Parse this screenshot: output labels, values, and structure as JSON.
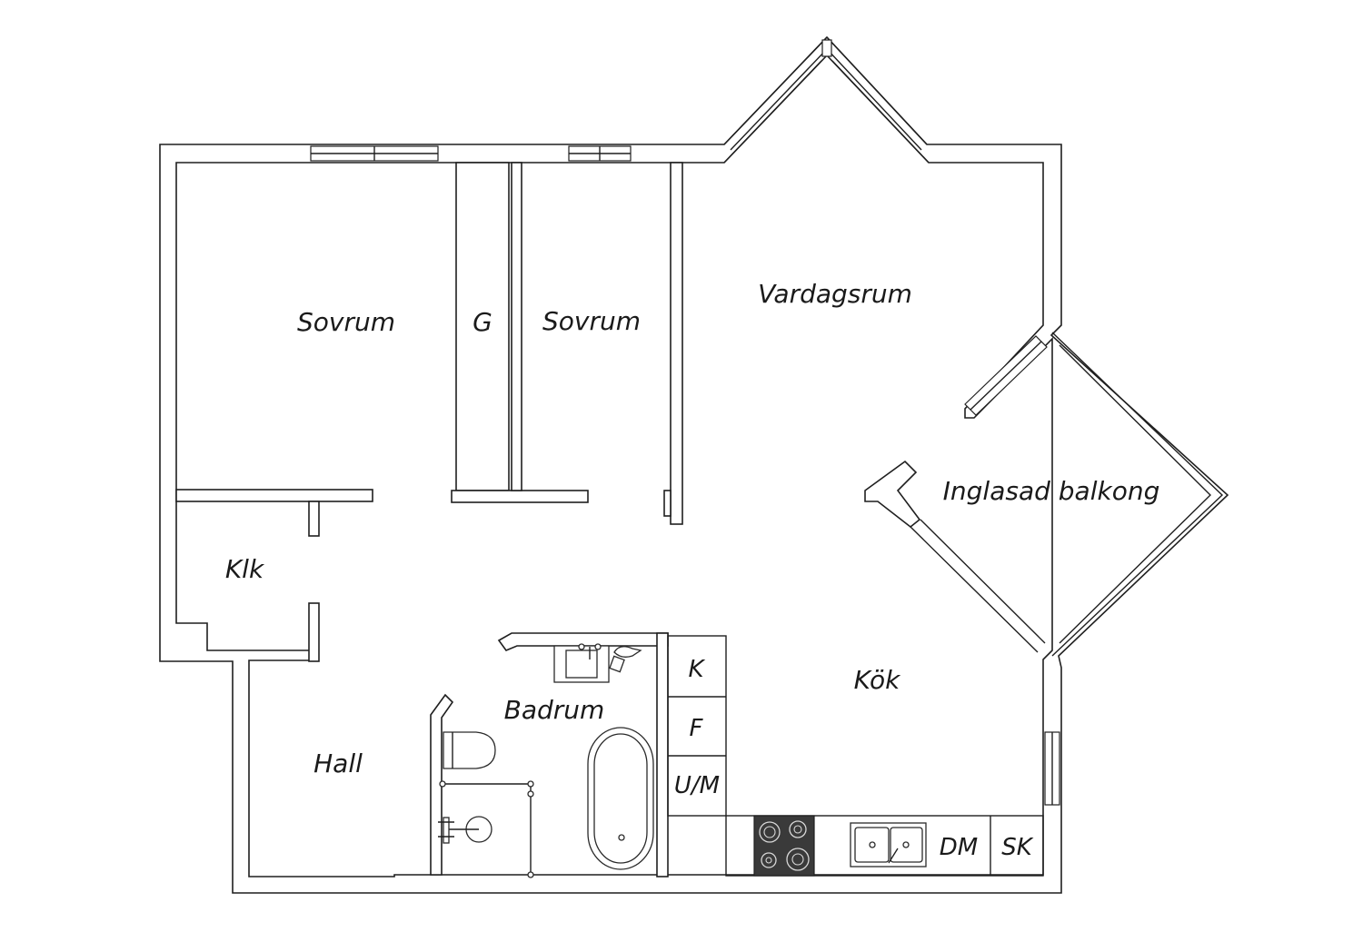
{
  "floorplan": {
    "rooms": {
      "sovrum_1": "Sovrum",
      "garderob": "G",
      "sovrum_2": "Sovrum",
      "vardagsrum": "Vardagsrum",
      "balkong": "Inglasad balkong",
      "klk": "Klk",
      "badrum": "Badrum",
      "kok": "Kök",
      "hall": "Hall"
    },
    "units": {
      "k": "K",
      "f": "F",
      "um": "U/M",
      "dm": "DM",
      "sk": "SK"
    },
    "colors": {
      "line": "#1f1f1f",
      "background": "#ffffff",
      "stove": "#3a3a3a"
    }
  }
}
